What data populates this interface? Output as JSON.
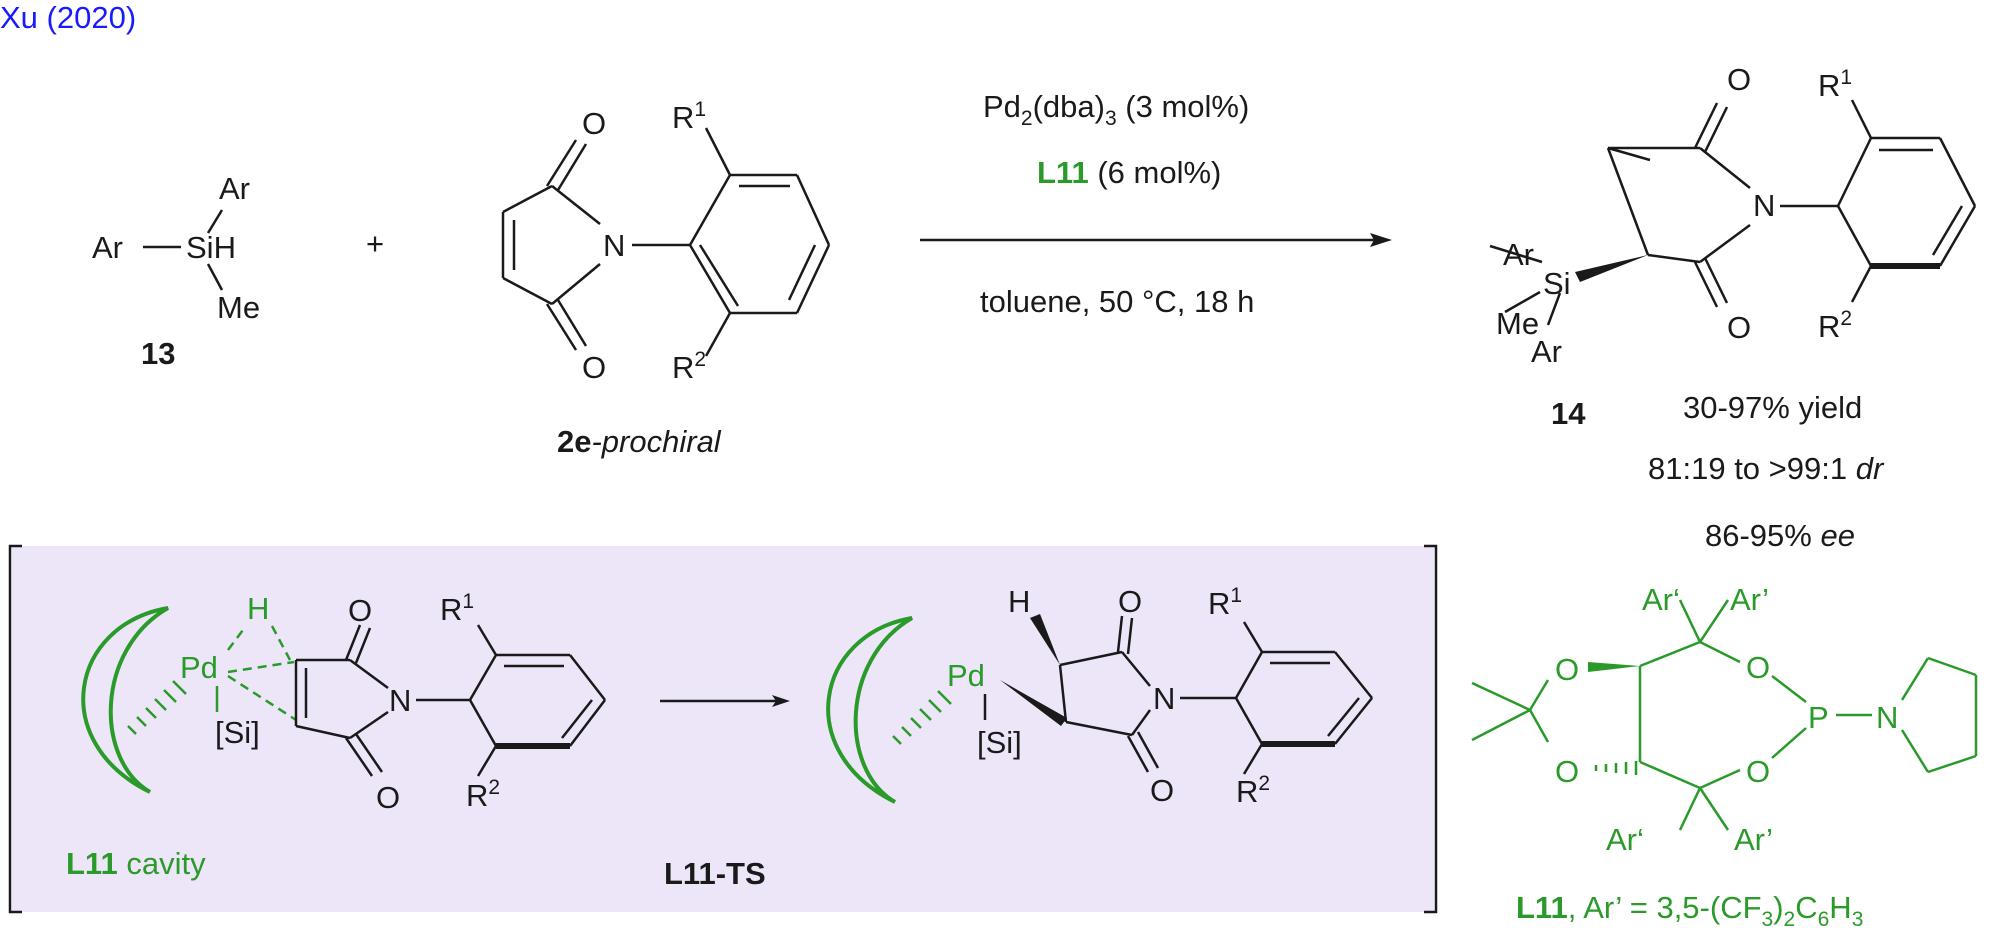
{
  "header": {
    "citation": "Xu (2020)"
  },
  "reagents": {
    "silane": {
      "ar_top": "Ar",
      "ar_left": "Ar",
      "sih": "SiH",
      "me": "Me",
      "number": "13"
    },
    "plus": "+",
    "maleimide": {
      "o_top": "O",
      "o_bottom": "O",
      "n": "N",
      "r1": "R",
      "r1_sup": "1",
      "r2": "R",
      "r2_sup": "2",
      "label_bold": "2e",
      "label_italic": "-prochiral"
    }
  },
  "conditions": {
    "catalyst": "Pd",
    "catalyst_sub1": "2",
    "catalyst_mid": "(dba)",
    "catalyst_sub2": "3",
    "catalyst_load": " (3 mol%)",
    "ligand_bold": "L11",
    "ligand_load": " (6 mol%)",
    "solvent": "toluene, 50 °C, 18 h"
  },
  "product": {
    "o_top": "O",
    "o_bottom": "O",
    "n": "N",
    "ar_top": "Ar",
    "si": "Si",
    "me": "Me",
    "ar_bottom": "Ar",
    "r1": "R",
    "r1_sup": "1",
    "r2": "R",
    "r2_sup": "2",
    "number": "14",
    "yield": "30-97% yield",
    "dr_prefix": "81:19 to >99:1 ",
    "dr_italic": "dr",
    "ee_prefix": "86-95% ",
    "ee_italic": "ee"
  },
  "ts_box": {
    "left": {
      "h": "H",
      "pd": "Pd",
      "si": "[Si]",
      "o_top": "O",
      "o_bottom": "O",
      "n": "N",
      "r1": "R",
      "r1_sup": "1",
      "r2": "R",
      "r2_sup": "2",
      "cavity_bold": "L11",
      "cavity_text": " cavity"
    },
    "right": {
      "h": "H",
      "pd": "Pd",
      "si": "[Si]",
      "o_top": "O",
      "o_bottom": "O",
      "n": "N",
      "r1": "R",
      "r1_sup": "1",
      "r2": "R",
      "r2_sup": "2"
    },
    "ts_label": "L11-TS"
  },
  "ligand": {
    "ar_tl": "Ar‘",
    "ar_tr": "Ar’",
    "ar_bl": "Ar‘",
    "ar_br": "Ar’",
    "o1": "O",
    "o2": "O",
    "o3": "O",
    "o4": "O",
    "p": "P",
    "n": "N",
    "caption_bold": "L11",
    "caption_a": ", Ar’ = 3,5-(CF",
    "caption_sub1": "3",
    "caption_b": ")",
    "caption_sub2": "2",
    "caption_c": "C",
    "caption_sub3": "6",
    "caption_d": "H",
    "caption_sub4": "3"
  },
  "colors": {
    "green": "#2a9a2a",
    "blue": "#1a1aff",
    "box_fill": "#ece6f8",
    "black": "#1a1a1a"
  }
}
